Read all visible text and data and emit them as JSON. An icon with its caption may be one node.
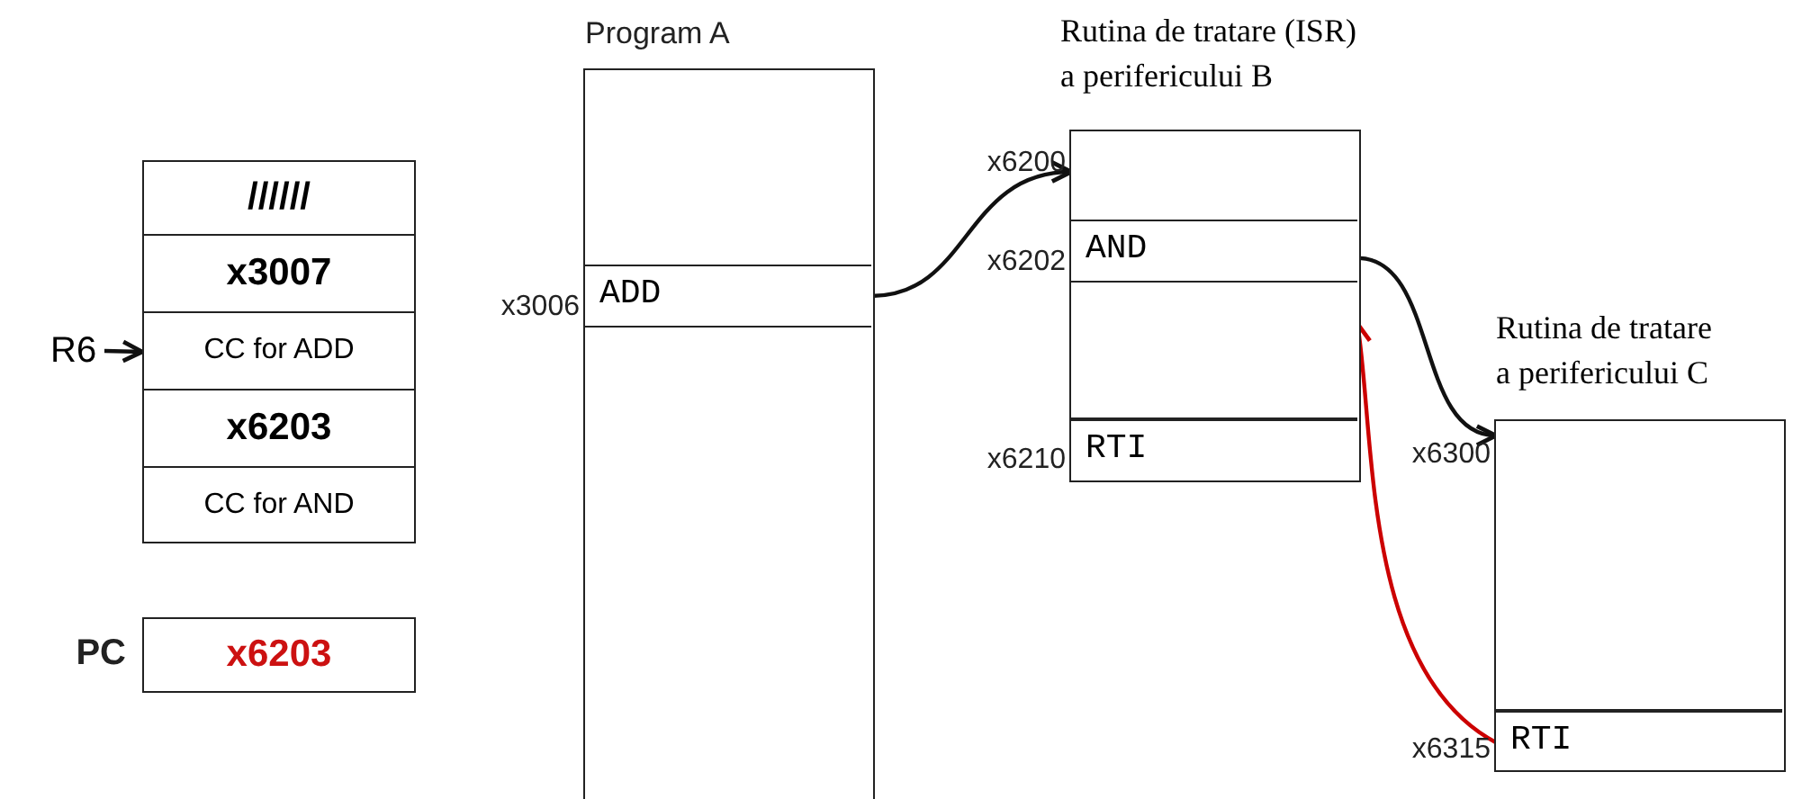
{
  "diagram": {
    "nodes": [
      {
        "text": [
          "R6"
        ]
      },
      {
        "text": [
          "//////"
        ]
      },
      {
        "text": [
          "x3007"
        ]
      },
      {
        "text": [
          "CC for ADD"
        ]
      },
      {
        "text": [
          "x6203"
        ]
      },
      {
        "text": [
          "CC for AND"
        ]
      },
      {
        "text": [
          "x6203"
        ],
        "beside": [
          "PC"
        ]
      },
      {
        "text": [
          "Program A"
        ]
      },
      {
        "text": [
          "ADD"
        ],
        "in": 7,
        "beside": [
          "x3006"
        ]
      },
      {
        "text": [
          "Rutina de tratare (ISR) a perifericului B"
        ]
      },
      {
        "text": [],
        "shape": "box",
        "in": 9,
        "beside": [
          "x6200"
        ]
      },
      {
        "text": [
          "AND"
        ],
        "in": 9,
        "beside": [
          "x6202"
        ]
      },
      {
        "text": [],
        "shape": "box",
        "in": 9
      },
      {
        "text": [
          "RTI"
        ],
        "in": 9,
        "beside": [
          "x6210"
        ]
      },
      {
        "text": [
          "Rutina de tratare a perifericului C"
        ]
      },
      {
        "text": [],
        "shape": "box",
        "in": 14,
        "beside": [
          "x6300"
        ]
      },
      {
        "text": [
          "RTI"
        ],
        "in": 14,
        "beside": [
          "x6315"
        ]
      }
    ],
    "edges": [
      {
        "from": 0,
        "to": 3,
        "arrow": "to"
      },
      {
        "from": 8,
        "to": 10,
        "arrow": "to"
      },
      {
        "from": 11,
        "to": 15,
        "arrow": "to"
      },
      {
        "from": 16,
        "to": 12,
        "arrow": "to",
        "color": "#cc0000"
      }
    ]
  }
}
